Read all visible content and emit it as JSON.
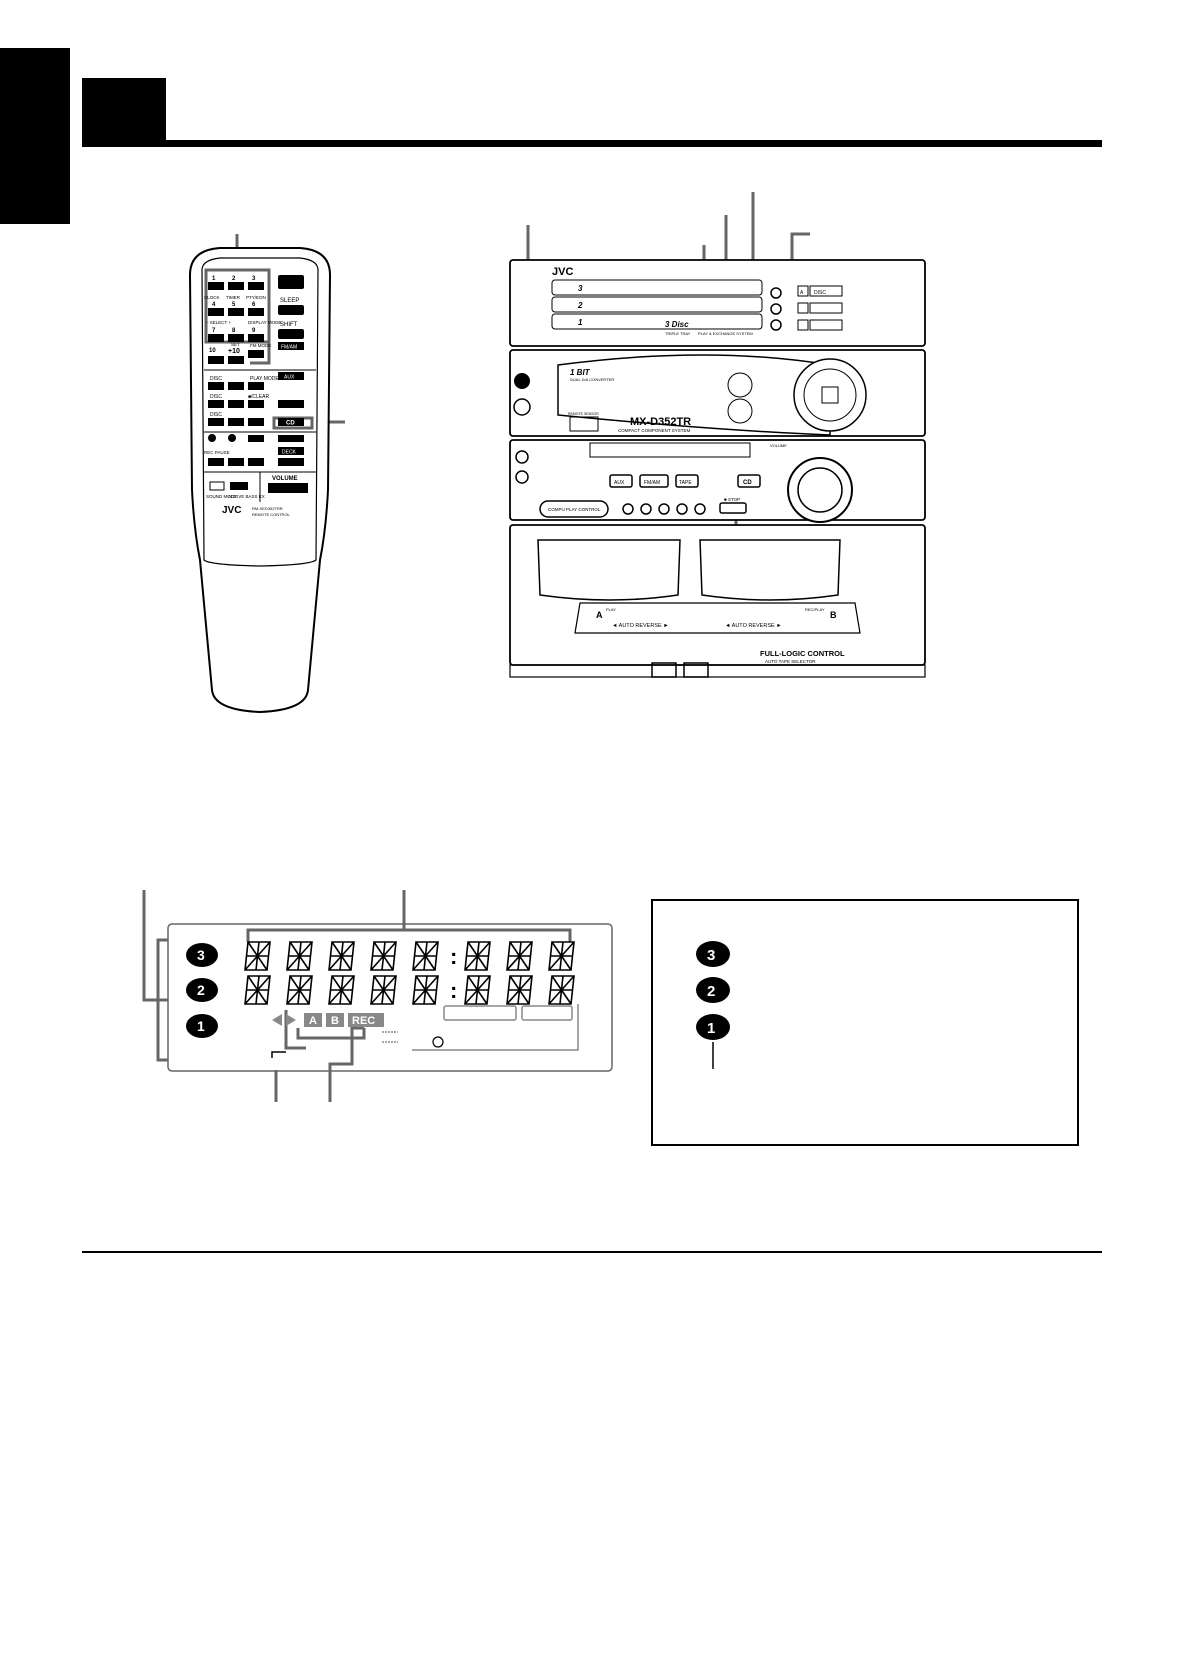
{
  "header": {
    "title": ""
  },
  "remote": {
    "keys": {
      "k1": "1",
      "k2": "2",
      "k3": "3",
      "clock": "CLOCK",
      "timer": "TIMER",
      "pty_eon": "PTY/EON",
      "k4": "4",
      "k5": "5",
      "k6": "6",
      "select": "– SELECT +",
      "display_mode": "DISPLAY MODE",
      "k7": "7",
      "k8": "8",
      "k9": "9",
      "k10": "10",
      "plus10": "+10",
      "set": "SET",
      "sleep": "SLEEP",
      "shift": "SHIFT",
      "fm_mode": "FM MODE",
      "fm_am": "FM/AM",
      "disc": "DISC",
      "play_mode": "PLAY MODE",
      "aux": "AUX",
      "clear": "■/CLEAR",
      "cd": "CD",
      "rec_pause": "REC PAUSE",
      "deck": "DECK",
      "volume": "VOLUME",
      "sound_mode": "SOUND MODE",
      "active_bass_ex": "ACTIVE BASS EX",
      "brand": "JVC",
      "model": "RM-SED352TRR",
      "caption": "REMOTE CONTROL"
    }
  },
  "unit": {
    "brand": "JVC",
    "model": "MX-D352TR",
    "subtitle": "COMPACT COMPONENT SYSTEM",
    "one_bit": "1 BIT",
    "converter": "DUAL D/A CONVERTER",
    "disc3_label": "3 Disc",
    "triple_tray": "TRIPLE TRAY",
    "play_exchange": "PLAY & EXCHANGE SYSTEM",
    "remote_sensor": "REMOTE SENSOR",
    "volume": "VOLUME",
    "aux": "AUX",
    "fm_am": "FM/AM",
    "tape": "TAPE",
    "cd": "CD",
    "compu_play": "COMPU PLAY CONTROL",
    "stop": "■ STOP",
    "deck_a": "A",
    "deck_b": "B",
    "deck_a_label": "PLAY",
    "deck_b_label": "REC/PLAY",
    "auto_reverse_1": "◄ AUTO REVERSE ►",
    "auto_reverse_2": "◄ AUTO REVERSE ►",
    "full_logic": "FULL-LOGIC CONTROL",
    "auto_tape": "AUTO TAPE SELECTOR",
    "disc_a": "A",
    "disc_btn": "DISC",
    "tray_1": "1",
    "tray_2": "2",
    "tray_3": "3"
  },
  "display": {
    "segment_char": "⊠",
    "colon": ":",
    "deck_a": "A",
    "deck_b": "B",
    "rec": "REC"
  },
  "legend": {
    "discs": [
      "3",
      "2",
      "1"
    ]
  }
}
